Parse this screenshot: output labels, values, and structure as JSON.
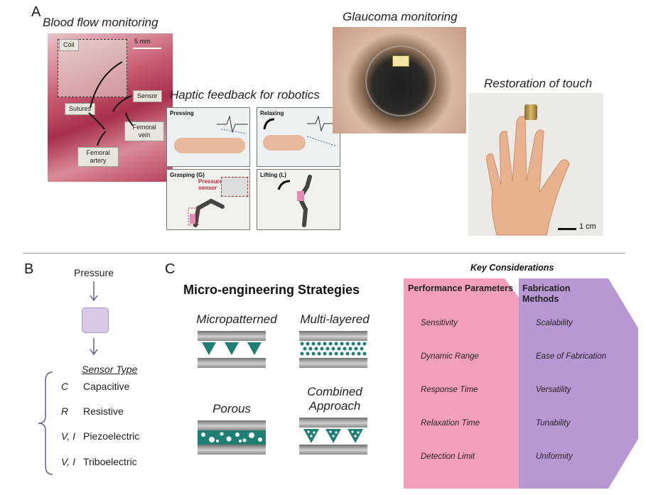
{
  "panel_a": {
    "letter": "A",
    "blood_flow": {
      "caption": "Blood flow monitoring",
      "scale": "5 mm",
      "tags": {
        "coil": "Coil",
        "sutures": "Sutures",
        "sensor": "Sensor",
        "femoral_vein": "Femoral vein",
        "femoral_artery": "Femoral artery"
      }
    },
    "haptic": {
      "caption": "Haptic feedback for robotics",
      "pressing": "Pressing",
      "relaxing": "Relaxing",
      "grasping": "Grasping (G)",
      "lifting": "Lifting (L)",
      "pressure_sensor": "Pressure sensor"
    },
    "glaucoma": {
      "caption": "Glaucoma monitoring"
    },
    "touch": {
      "caption": "Restoration of touch",
      "scale": "1 cm"
    }
  },
  "panel_b": {
    "letter": "B",
    "pressure_label": "Pressure",
    "sensor_type_title": "Sensor Type",
    "sensor_types": [
      {
        "symbol": "C",
        "name": "Capacitive"
      },
      {
        "symbol": "R",
        "name": "Resistive"
      },
      {
        "symbol": "V, I",
        "name": "Piezoelectric"
      },
      {
        "symbol": "V, I",
        "name": "Triboelectric"
      }
    ]
  },
  "panel_c": {
    "letter": "C",
    "title": "Micro-engineering Strategies",
    "strategies": {
      "micropatterned": "Micropatterned",
      "multilayered": "Multi-layered",
      "porous": "Porous",
      "combined": "Combined Approach"
    }
  },
  "key_considerations": {
    "title": "Key Considerations",
    "performance": {
      "title": "Performance Parameters",
      "color": "#f4a0ba",
      "items": [
        "Sensitivity",
        "Dynamic Range",
        "Response Time",
        "Relaxation Time",
        "Detection Limit"
      ]
    },
    "fabrication": {
      "title": "Fabrication Methods",
      "color": "#b898d2",
      "items": [
        "Scalability",
        "Ease of Fabrication",
        "Versatility",
        "Tunability",
        "Uniformity"
      ]
    }
  },
  "colors": {
    "teal": "#1f7f74",
    "gray_bar": "#8a8a8a",
    "sensor_box": "#d9c9e6",
    "arrow_purple": "#6d5a8f"
  }
}
